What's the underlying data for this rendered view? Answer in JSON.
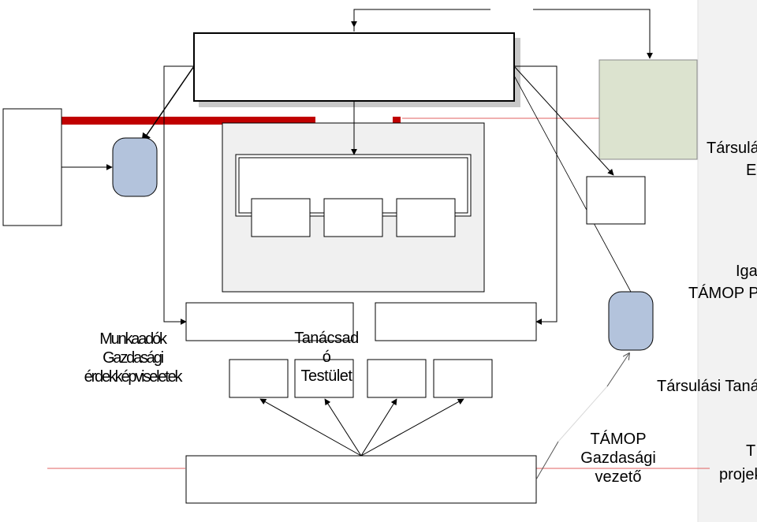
{
  "labels": {
    "munkaadok_line1": "Munkaadók",
    "munkaadok_line2": "Gazdasági",
    "munkaadok_line3": "érdekképviseletek",
    "tanacsado_line1": "Tanácsad",
    "tanacsado_line2": "ó",
    "tanacsado_line3": "Testület",
    "tamop_gazd_line1": "TÁMOP",
    "tamop_gazd_line2": "Gazdasági",
    "tamop_gazd_line3": "vezető",
    "right_tarsula": "Társulá",
    "right_e": "E",
    "right_iga": "Iga",
    "right_tamop_p": "TÁMOP P",
    "right_tarsulasi_tana": "Társulási Taná",
    "right_t": "T",
    "right_projek": "projek"
  },
  "colors": {
    "red_band": "#c00000",
    "thin_red": "#e06060",
    "blue_node": "#b3c3dc",
    "green_box": "#dce3cf",
    "inner_panel": "#f0f0f0",
    "right_bg": "#f2f2f2"
  }
}
